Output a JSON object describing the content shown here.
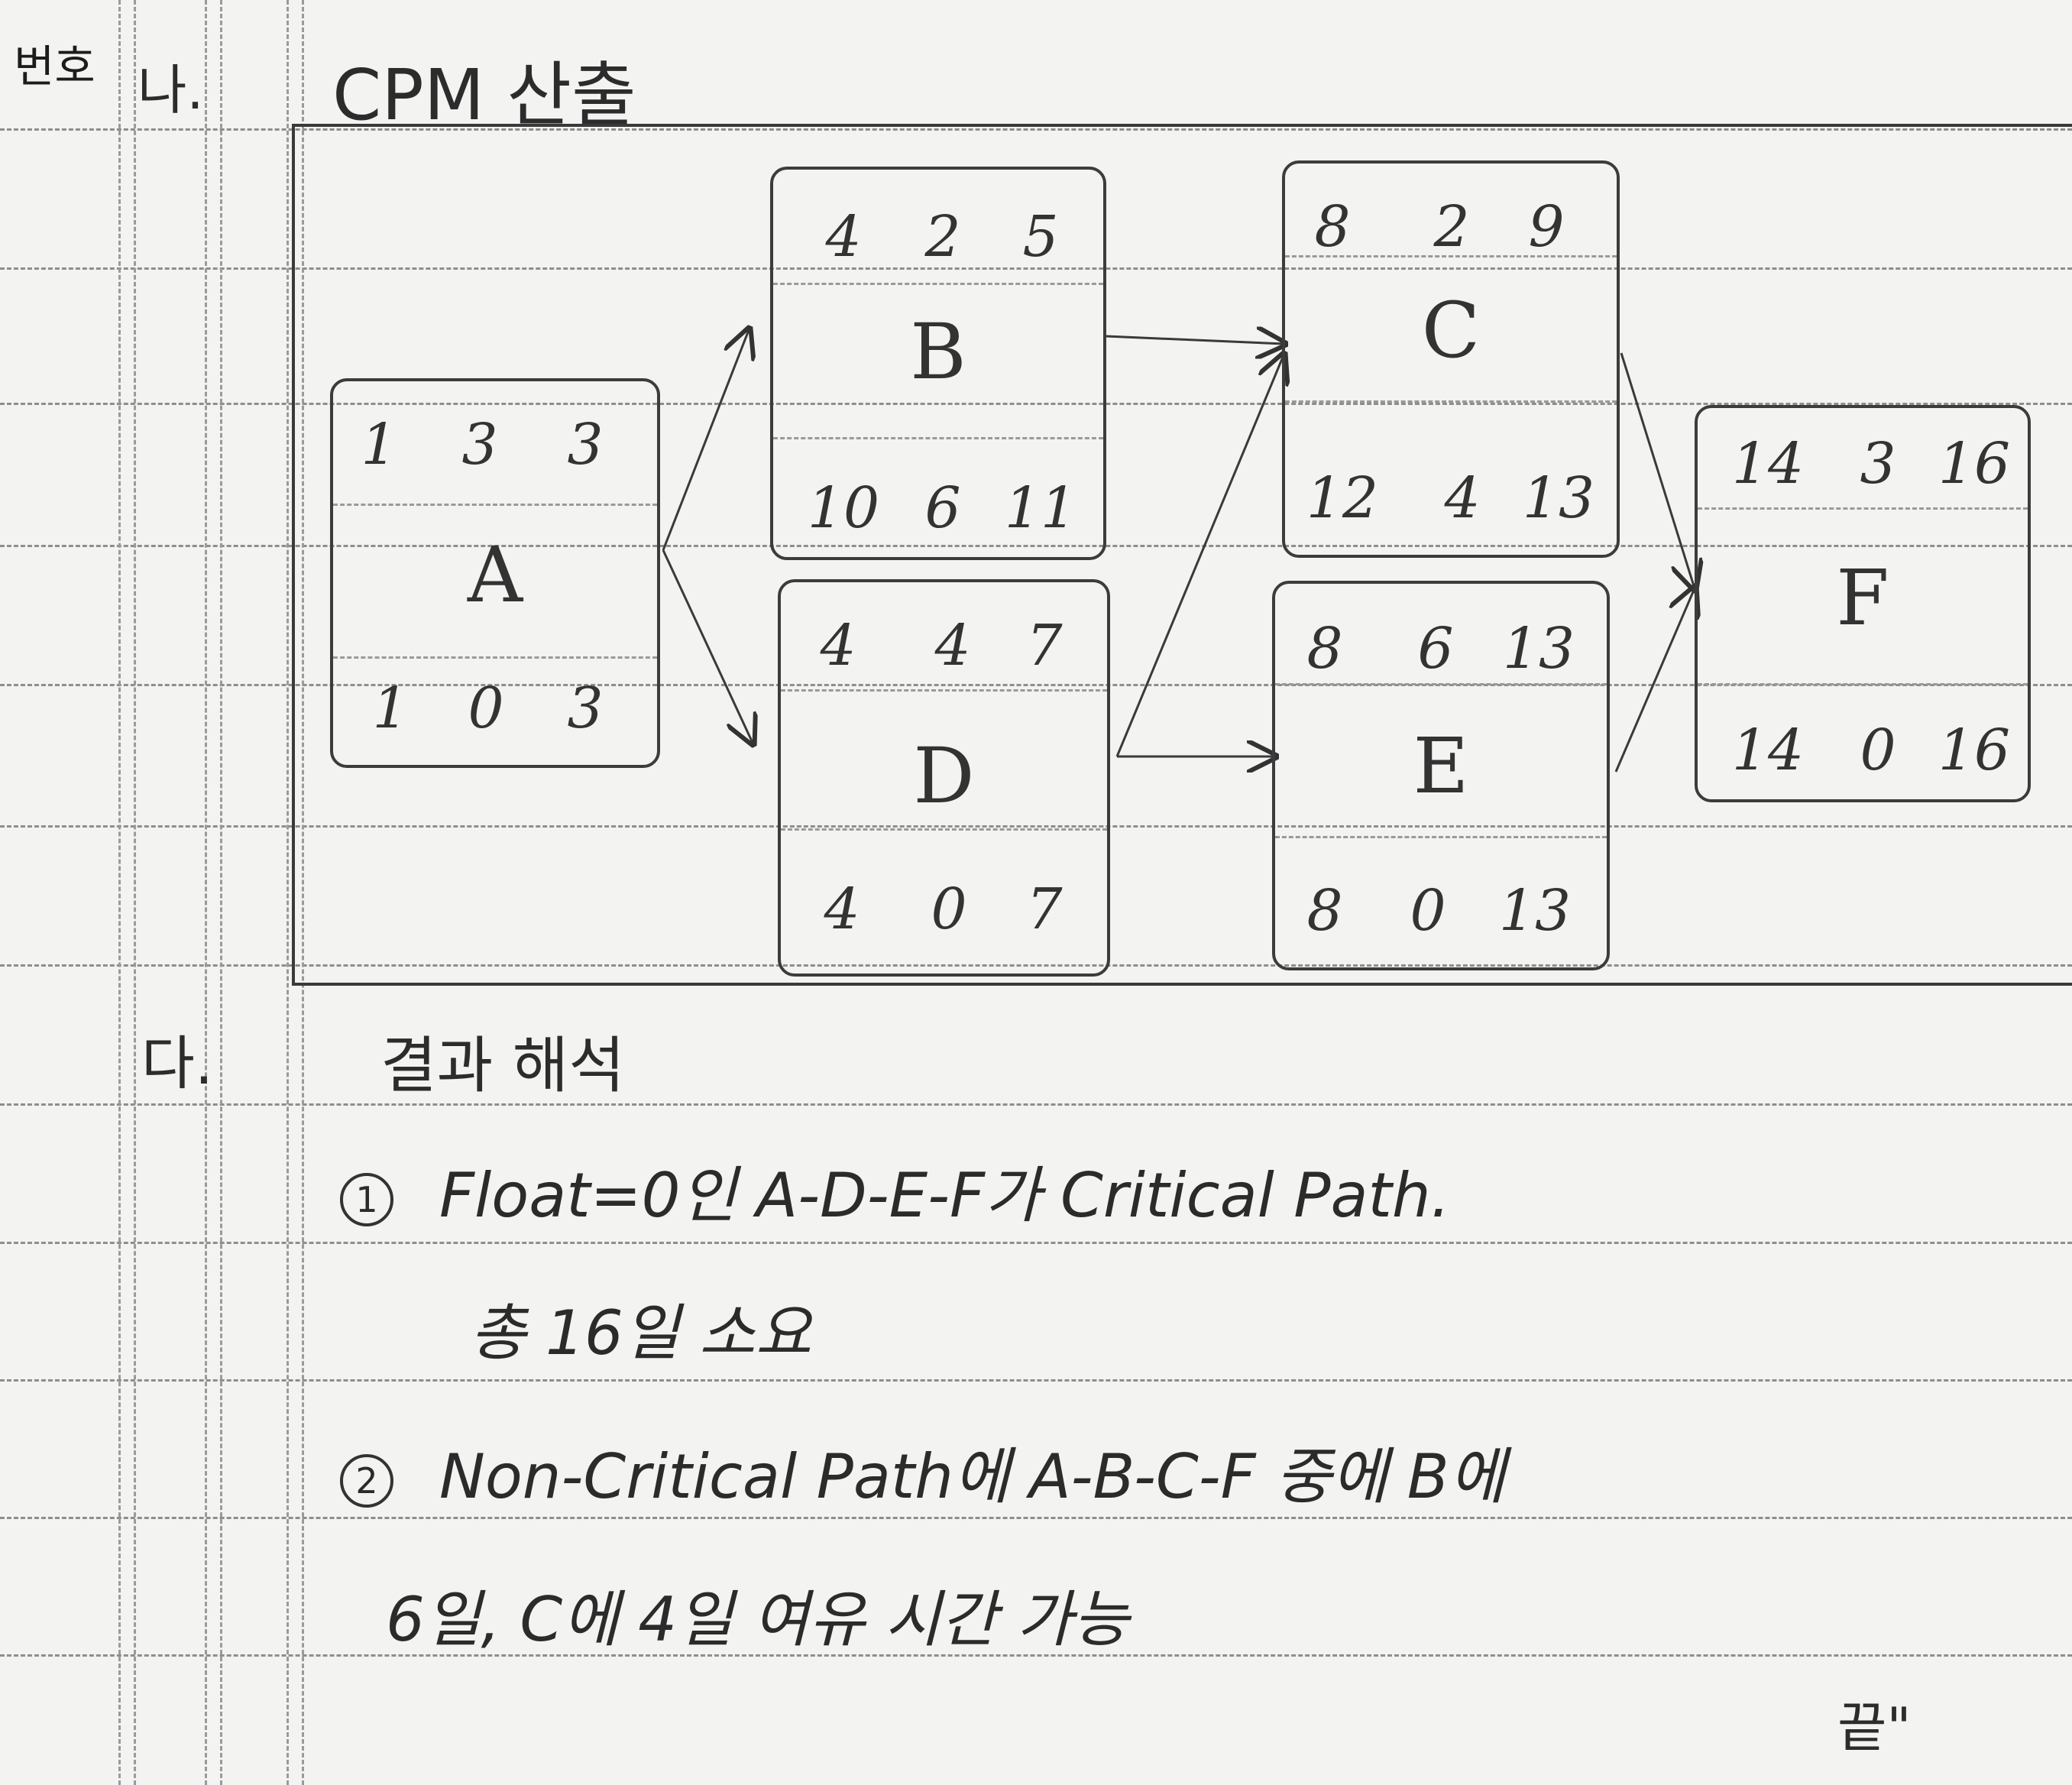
{
  "header": {
    "number_label": "번호",
    "item_marker": "나.",
    "title": "CPM 산출"
  },
  "network": {
    "nodes": [
      {
        "id": "A",
        "top": [
          "1",
          "3",
          "3"
        ],
        "bottom": [
          "1",
          "0",
          "3"
        ]
      },
      {
        "id": "B",
        "top": [
          "4",
          "2",
          "5"
        ],
        "bottom": [
          "10",
          "6",
          "11"
        ]
      },
      {
        "id": "D",
        "top": [
          "4",
          "4",
          "7"
        ],
        "bottom": [
          "4",
          "0",
          "7"
        ]
      },
      {
        "id": "C",
        "top": [
          "8",
          "2",
          "9"
        ],
        "bottom": [
          "12",
          "4",
          "13"
        ]
      },
      {
        "id": "E",
        "top": [
          "8",
          "6",
          "13"
        ],
        "bottom": [
          "8",
          "0",
          "13"
        ]
      },
      {
        "id": "F",
        "top": [
          "14",
          "3",
          "16"
        ],
        "bottom": [
          "14",
          "0",
          "16"
        ]
      }
    ],
    "edges": [
      [
        "A",
        "B"
      ],
      [
        "A",
        "D"
      ],
      [
        "B",
        "C"
      ],
      [
        "D",
        "C"
      ],
      [
        "D",
        "E"
      ],
      [
        "C",
        "F"
      ],
      [
        "E",
        "F"
      ]
    ]
  },
  "section2": {
    "marker": "다.",
    "heading": "결과 해석",
    "items": [
      {
        "num": "1",
        "line1": "Float=0인 A-D-E-F가 Critical Path.",
        "line2": "총 16일 소요"
      },
      {
        "num": "2",
        "line1": "Non-Critical Path에 A-B-C-F 중에 B에",
        "line2": "6일, C에 4일 여유 시간 가능"
      }
    ],
    "closing": "끝\""
  }
}
